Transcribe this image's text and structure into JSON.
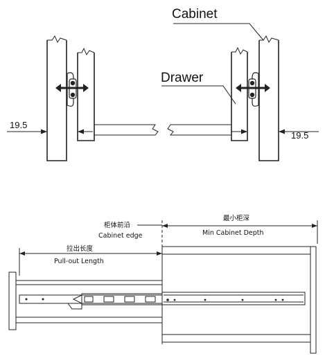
{
  "top_view": {
    "cabinet_label": "Cabinet",
    "drawer_label": "Drawer",
    "left_dimension": "19.5",
    "right_dimension": "19.5"
  },
  "side_view": {
    "cabinet_edge_cn": "柜体前沿",
    "cabinet_edge_en": "Cabinet edge",
    "min_depth_cn": "最小柜深",
    "min_depth_en": "Min Cabinet Depth",
    "pullout_cn": "拉出长度",
    "pullout_en": "Pull-out Length"
  }
}
